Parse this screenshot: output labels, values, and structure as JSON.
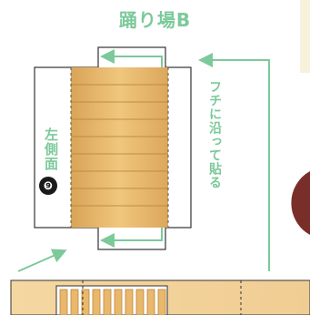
{
  "title": "踊り場B",
  "side_label": "左側面",
  "step_number": "❾",
  "edge_instruction": "フチに沿って貼る",
  "colors": {
    "accent": "#7cc99a",
    "wood": "#e9b86a",
    "wood_grain": "#b9853f",
    "outline": "#333333",
    "badge": "#1a1a1a"
  },
  "icons": [
    "arrow-icon",
    "pointer-arrow-icon"
  ]
}
